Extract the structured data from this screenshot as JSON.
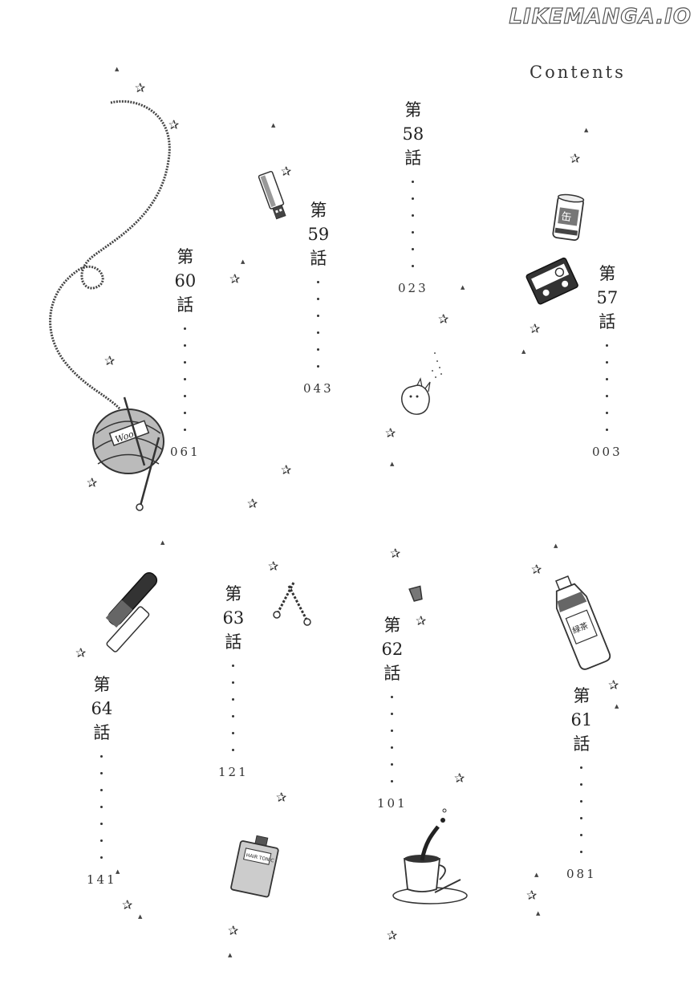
{
  "watermark": "LIKEMANGA.IO",
  "title": "Contents",
  "chapters": [
    {
      "dai": "第",
      "num": "57",
      "wa": "話",
      "page": "003"
    },
    {
      "dai": "第",
      "num": "58",
      "wa": "話",
      "page": "023"
    },
    {
      "dai": "第",
      "num": "59",
      "wa": "話",
      "page": "043"
    },
    {
      "dai": "第",
      "num": "60",
      "wa": "話",
      "page": "061"
    },
    {
      "dai": "第",
      "num": "61",
      "wa": "話",
      "page": "081"
    },
    {
      "dai": "第",
      "num": "62",
      "wa": "話",
      "page": "101"
    },
    {
      "dai": "第",
      "num": "63",
      "wa": "話",
      "page": "121"
    },
    {
      "dai": "第",
      "num": "64",
      "wa": "話",
      "page": "141"
    }
  ],
  "labels": {
    "yarn": "Wool",
    "hair_tonic": "HAIR TONIC",
    "can": "缶",
    "bottle": "緑茶"
  },
  "icons": {
    "star": "star-doodle",
    "triangle": "triangle-doodle"
  }
}
